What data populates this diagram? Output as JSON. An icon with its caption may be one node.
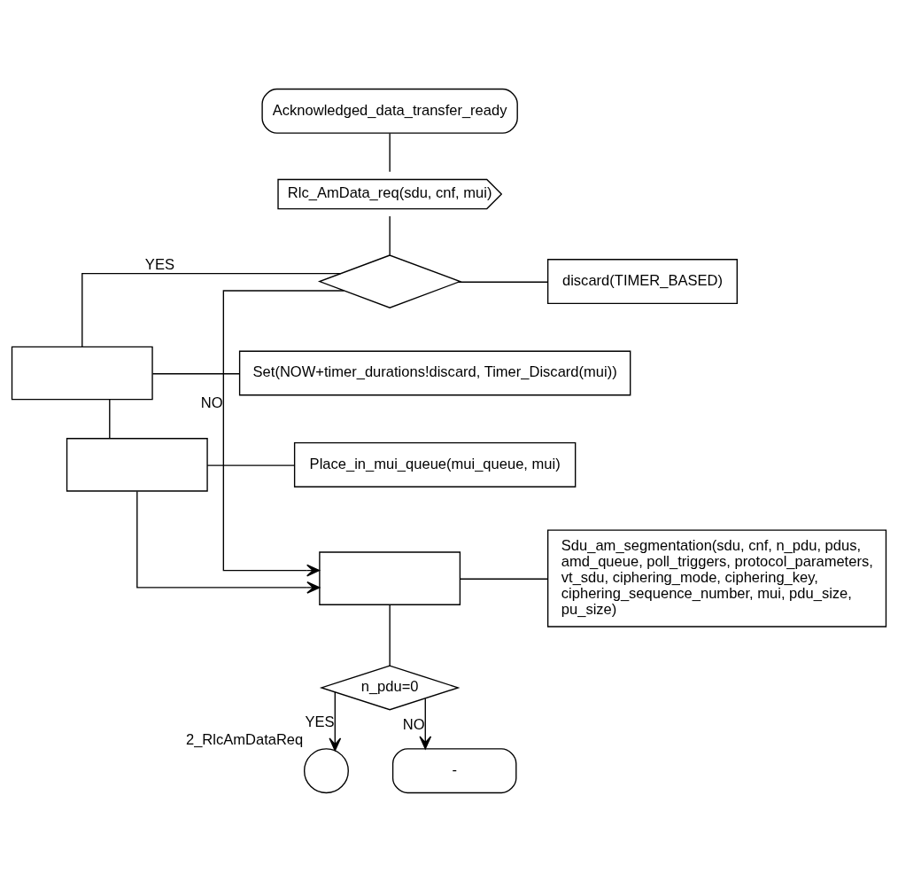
{
  "diagram": {
    "nodes": [
      {
        "text": [
          "Acknowledged_data_transfer_ready"
        ]
      },
      {
        "text": [
          "Rlc_AmData_req(sdu, cnf, mui)"
        ]
      },
      {
        "text": [],
        "shape": "diamond"
      },
      {
        "text": [
          "discard(TIMER_BASED)"
        ]
      },
      {
        "text": [],
        "shape": "box"
      },
      {
        "text": [
          "Set(NOW+timer_durations!discard, Timer_Discard(mui))"
        ]
      },
      {
        "text": [],
        "shape": "box"
      },
      {
        "text": [
          "Place_in_mui_queue(mui_queue, mui)"
        ]
      },
      {
        "text": [],
        "shape": "box"
      },
      {
        "text": [
          "Sdu_am_segmentation(sdu, cnf, n_pdu, pdus, amd_queue, poll_triggers, protocol_parameters, vt_sdu, ciphering_mode, ciphering_key, ciphering_sequence_number, mui, pdu_size, pu_size)"
        ]
      },
      {
        "text": [
          "n_pdu=0"
        ]
      },
      {
        "text": [],
        "shape": "circle",
        "beside": [
          "2_RlcAmDataReq"
        ]
      },
      {
        "text": [
          "-"
        ]
      }
    ],
    "edges": [
      {
        "from": 0,
        "to": 1,
        "arrow": "none"
      },
      {
        "from": 1,
        "to": 2,
        "arrow": "none"
      },
      {
        "from": 2,
        "to": 3,
        "arrow": "none"
      },
      {
        "from": 2,
        "to": 4,
        "arrow": "none",
        "label": "YES"
      },
      {
        "from": 2,
        "to": 8,
        "arrow": "to",
        "label": "NO"
      },
      {
        "from": 4,
        "to": 5,
        "arrow": "none"
      },
      {
        "from": 4,
        "to": 6,
        "arrow": "none"
      },
      {
        "from": 6,
        "to": 7,
        "arrow": "none"
      },
      {
        "from": 6,
        "to": 8,
        "arrow": "to"
      },
      {
        "from": 8,
        "to": 9,
        "arrow": "none"
      },
      {
        "from": 8,
        "to": 10,
        "arrow": "none"
      },
      {
        "from": 10,
        "to": 11,
        "arrow": "to",
        "label": "YES"
      },
      {
        "from": 10,
        "to": 12,
        "arrow": "to",
        "label": "NO"
      }
    ]
  }
}
